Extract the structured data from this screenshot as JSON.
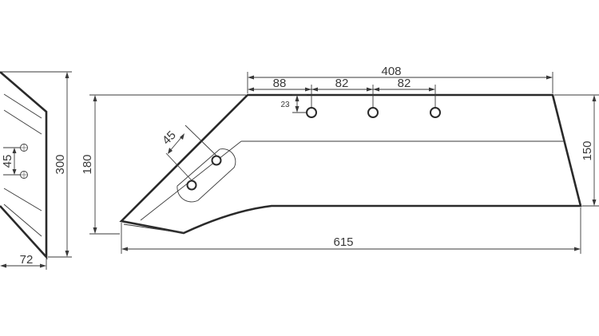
{
  "dimensions": {
    "overall_length": "615",
    "top_length": "408",
    "hole_offset_first": "88",
    "hole_spacing_1": "82",
    "hole_spacing_2": "82",
    "hole_drop": "23",
    "height_left": "180",
    "height_right": "150",
    "slot_spacing": "45",
    "side_height": "300",
    "side_width": "72",
    "side_hole_spacing": "45"
  }
}
